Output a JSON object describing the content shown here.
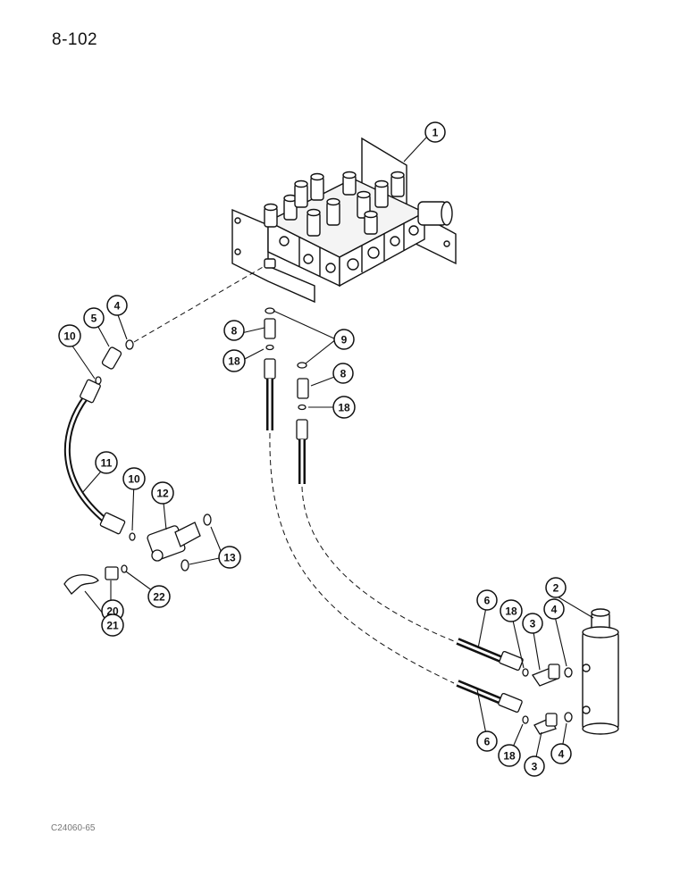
{
  "page": {
    "number": "8-102",
    "figure_code": "C24060-65"
  },
  "callouts": [
    {
      "id": "c1",
      "label": "1"
    },
    {
      "id": "c2",
      "label": "2"
    },
    {
      "id": "c3a",
      "label": "3"
    },
    {
      "id": "c3b",
      "label": "3"
    },
    {
      "id": "c4a",
      "label": "4"
    },
    {
      "id": "c4b",
      "label": "4"
    },
    {
      "id": "c4c",
      "label": "4"
    },
    {
      "id": "c5",
      "label": "5"
    },
    {
      "id": "c6a",
      "label": "6"
    },
    {
      "id": "c6b",
      "label": "6"
    },
    {
      "id": "c8a",
      "label": "8"
    },
    {
      "id": "c8b",
      "label": "8"
    },
    {
      "id": "c9",
      "label": "9"
    },
    {
      "id": "c10a",
      "label": "10"
    },
    {
      "id": "c10b",
      "label": "10"
    },
    {
      "id": "c11",
      "label": "11"
    },
    {
      "id": "c12",
      "label": "12"
    },
    {
      "id": "c13",
      "label": "13"
    },
    {
      "id": "c18a",
      "label": "18"
    },
    {
      "id": "c18b",
      "label": "18"
    },
    {
      "id": "c18c",
      "label": "18"
    },
    {
      "id": "c18d",
      "label": "18"
    },
    {
      "id": "c20",
      "label": "20"
    },
    {
      "id": "c21",
      "label": "21"
    },
    {
      "id": "c22",
      "label": "22"
    }
  ]
}
